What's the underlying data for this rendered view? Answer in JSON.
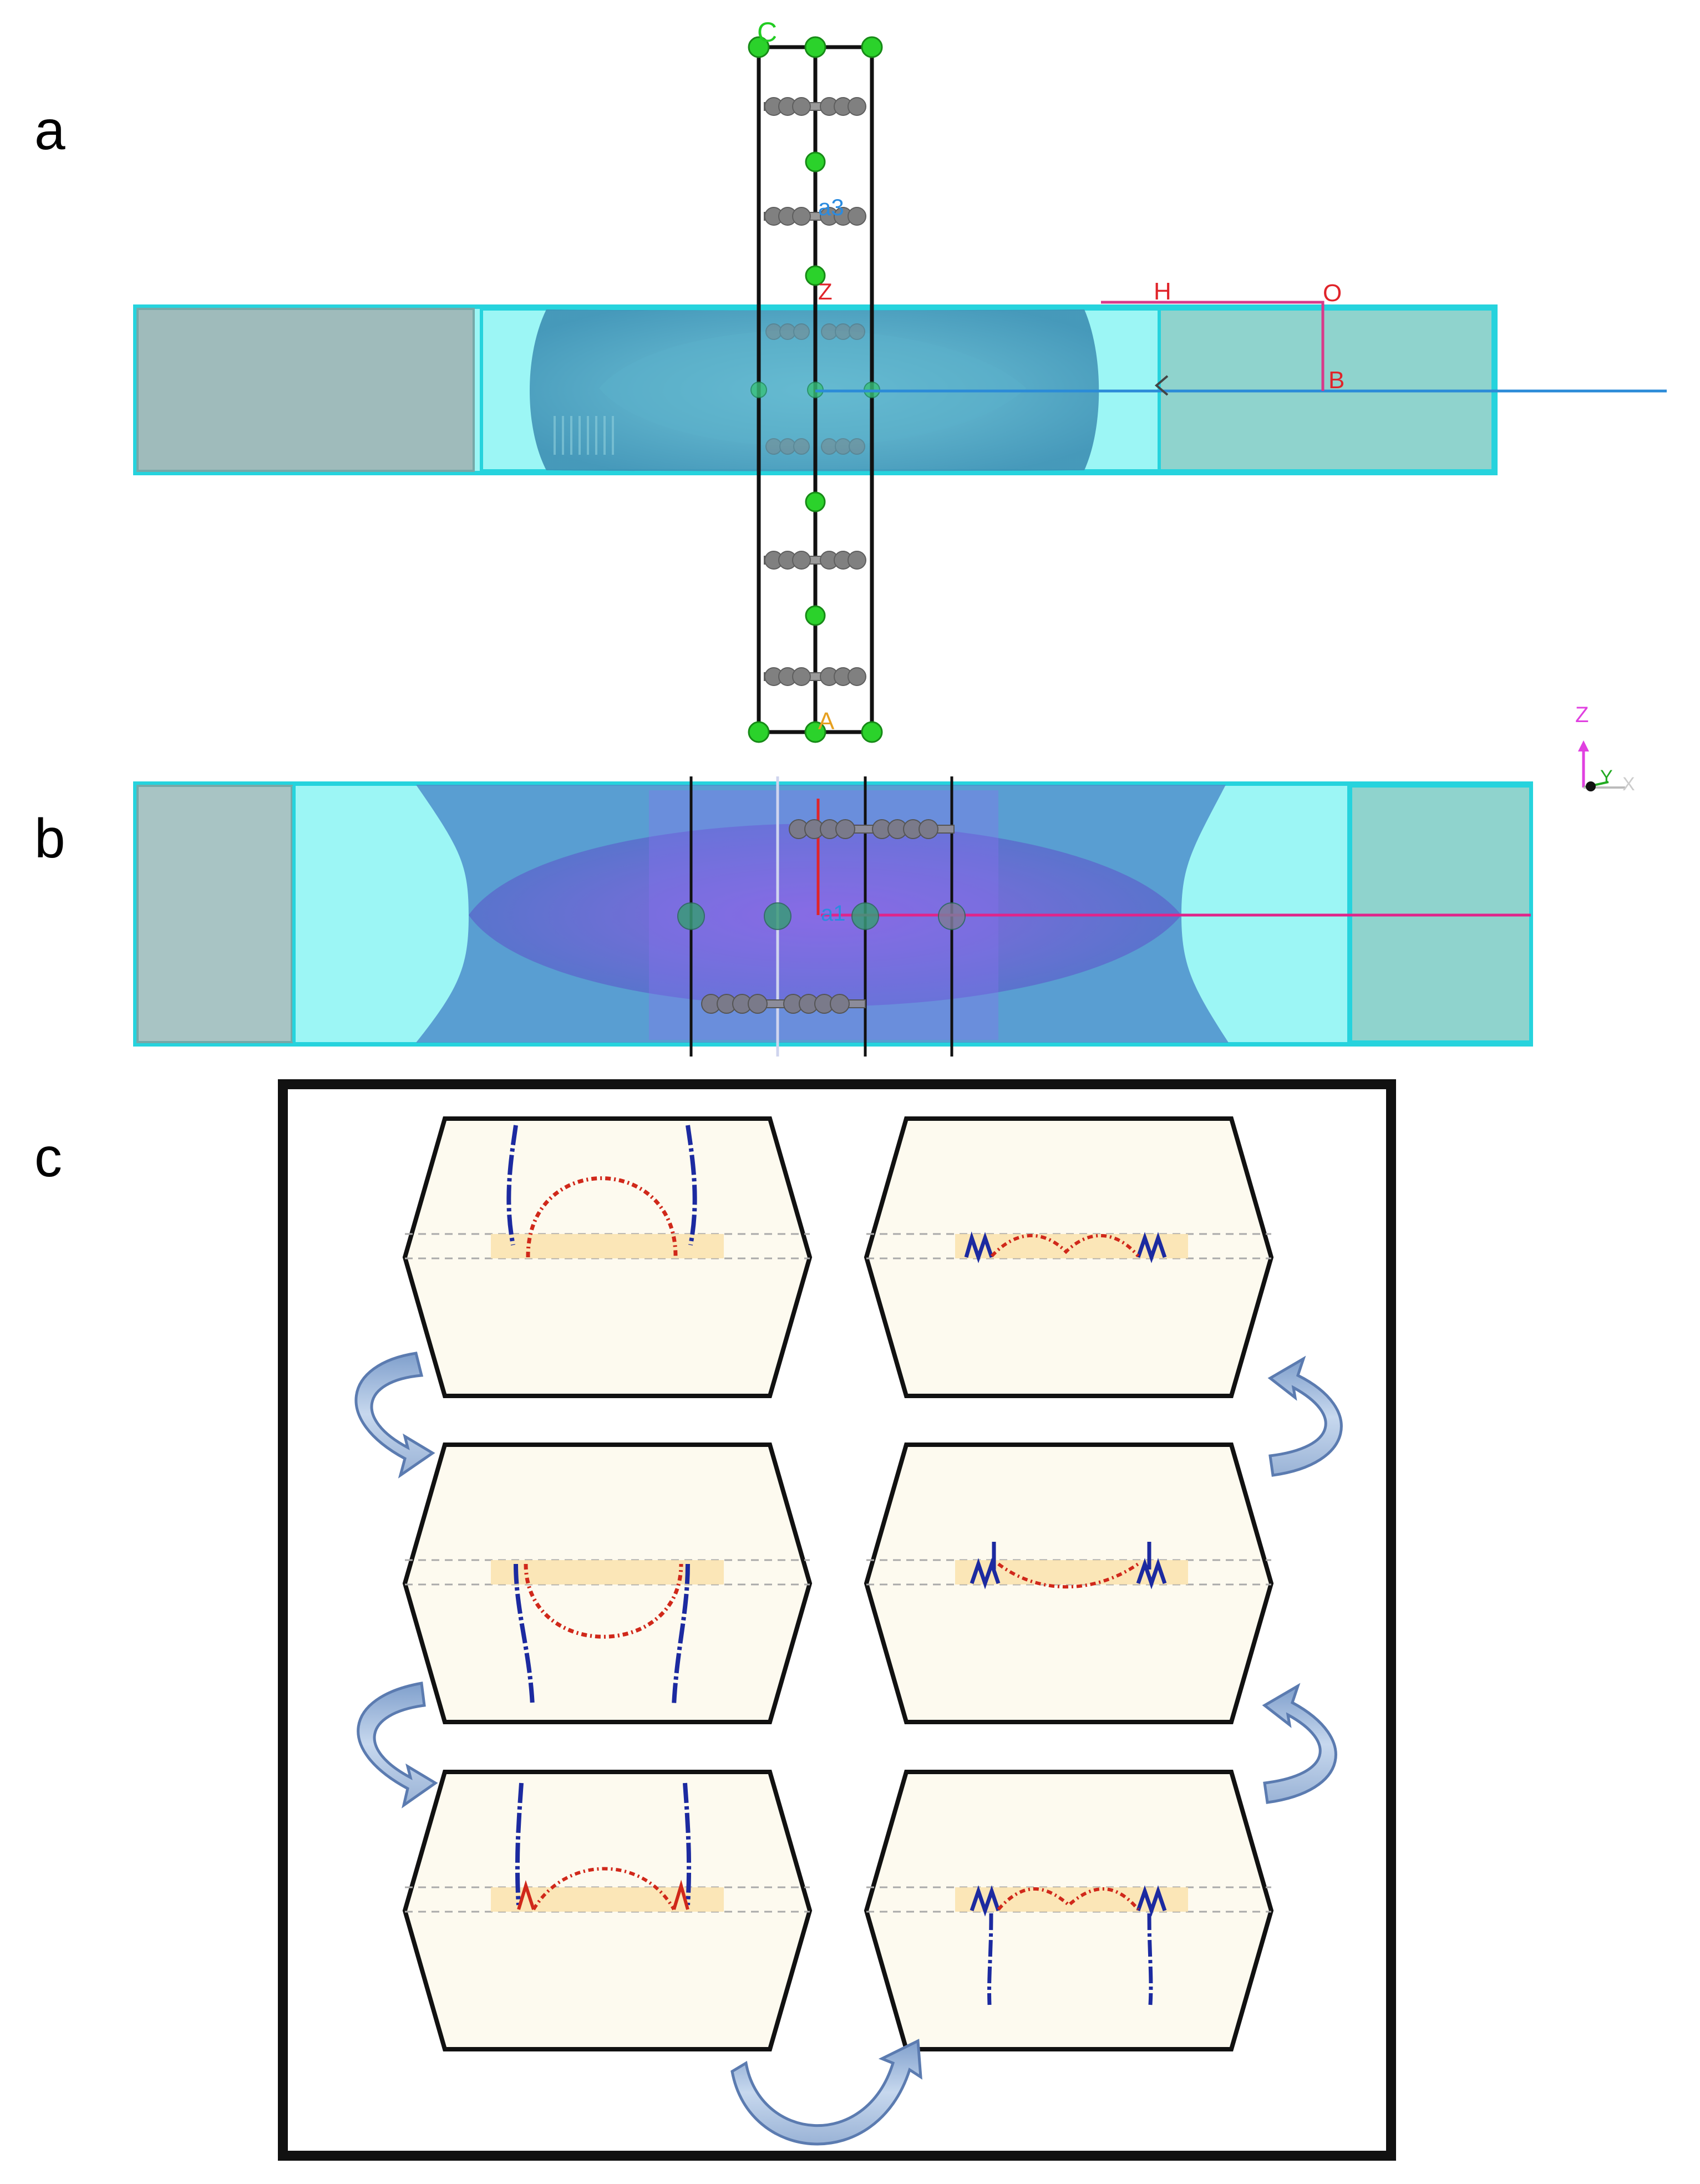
{
  "panels": [
    {
      "letter": "a"
    },
    {
      "letter": "b"
    },
    {
      "letter": "c"
    }
  ],
  "panel_a": {
    "labels": {
      "C": "C",
      "A": "A",
      "H": "H",
      "O": "O",
      "B": "B",
      "Z": "Z",
      "a3": "a3"
    }
  },
  "panel_b": {
    "labels": {
      "a1": "a1"
    }
  },
  "axis_triad": {
    "z": "Z",
    "y": "Y",
    "x": "X"
  },
  "colors": {
    "cyan": "#9cf6f5",
    "teal_grey": "#9fbbbb",
    "teal": "#8fd3cd",
    "blue_lens": "#4d9fc2",
    "purple_lens": "#7a64d8",
    "atom_green": "#2bd22b",
    "atom_grey": "#7e7e7e",
    "arrow_fill": "#a9c3e5",
    "dislocation_blue": "#1c2aa0",
    "dislocation_red": "#d0281a",
    "slab_fill": "#fdfaef",
    "slip_band": "#fbe3b0"
  }
}
